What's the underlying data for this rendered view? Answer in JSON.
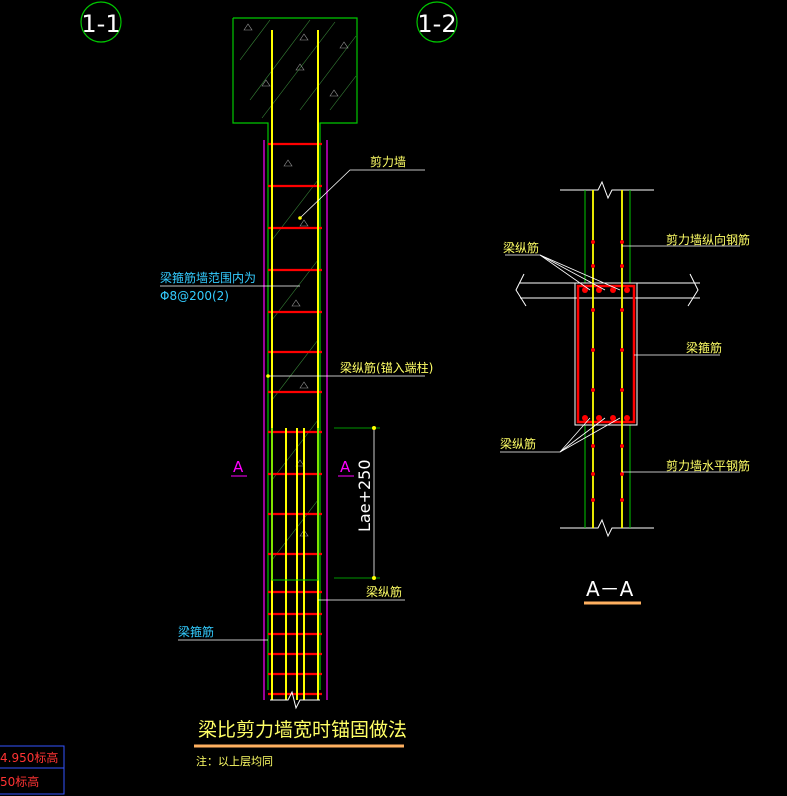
{
  "section_markers": {
    "left": "1-1",
    "right": "1-2"
  },
  "labels": {
    "shear_wall": "剪力墙",
    "stirrup_range": "梁箍筋墙范围内为",
    "stirrup_spec": "Φ8@200(2)",
    "beam_long_anchor": "梁纵筋(锚入端柱)",
    "beam_long": "梁纵筋",
    "beam_stirrup": "梁箍筋",
    "lae": "Lae+250",
    "cut_a": "A",
    "title": "梁比剪力墙宽时锚固做法",
    "note": "注：以上层均同"
  },
  "detail_labels": {
    "wall_vertical": "剪力墙纵向钢筋",
    "beam_long_top": "梁纵筋",
    "beam_stirrup": "梁箍筋",
    "beam_long_bottom": "梁纵筋",
    "wall_horizontal": "剪力墙水平钢筋",
    "section_title": "A－A"
  },
  "elevation_table": {
    "row1": "4.950标高",
    "row2": "50标高"
  },
  "colors": {
    "background": "#000000",
    "concrete_outline": "#00c800",
    "rebar_main": "#ffff00",
    "stirrup": "#ff0000",
    "wall_edge": "#ff00ff",
    "leader": "#ffffff",
    "text_yellow": "#ffff66",
    "text_cyan": "#33ccff",
    "title_underline": "#ffb060"
  }
}
